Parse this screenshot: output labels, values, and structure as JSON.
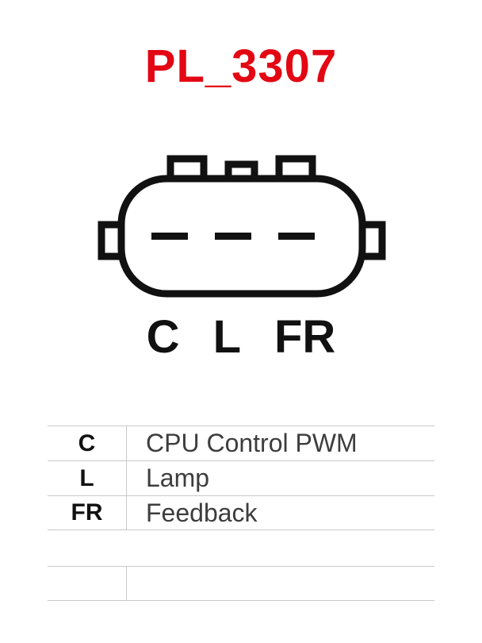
{
  "title": "PL_3307",
  "colors": {
    "title_red": "#e30613",
    "line_gray": "#c9c9c9",
    "outline_black": "#111111",
    "text_dark": "#3d3d3d"
  },
  "connector": {
    "description": "3-pin-plug-outline",
    "pins": [
      "C",
      "L",
      "FR"
    ]
  },
  "pin_table": {
    "rows": [
      {
        "pin": "C",
        "description": "CPU Control PWM"
      },
      {
        "pin": "L",
        "description": "Lamp"
      },
      {
        "pin": "FR",
        "description": "Feedback"
      }
    ],
    "empty_row": {
      "pin": "",
      "description": ""
    }
  }
}
